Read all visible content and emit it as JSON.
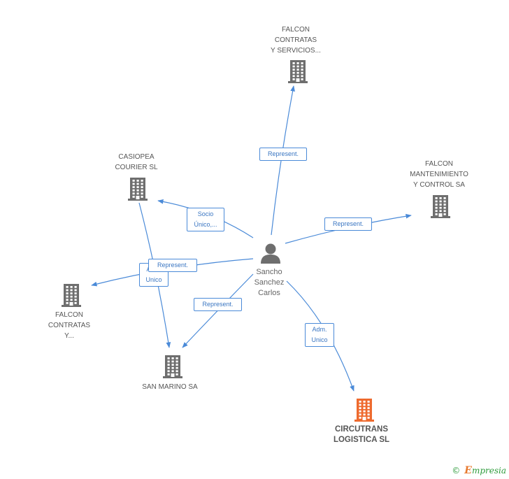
{
  "colors": {
    "edge": "#4a8ad8",
    "building": "#6e6e6e",
    "building_highlight": "#ee6a2e",
    "person": "#6e6e6e"
  },
  "person": {
    "icon": "person-icon",
    "lines": [
      "Sancho",
      "Sanchez",
      "Carlos"
    ]
  },
  "companies": [
    {
      "id": "falcon-servicios",
      "icon": "building-icon",
      "lines": [
        "FALCON",
        "CONTRATAS",
        "Y SERVICIOS..."
      ],
      "highlight": false
    },
    {
      "id": "casiopea",
      "icon": "building-icon",
      "lines": [
        "CASIOPEA",
        "COURIER  SL"
      ],
      "highlight": false
    },
    {
      "id": "falcon-mantenimiento",
      "icon": "building-icon",
      "lines": [
        "FALCON",
        "MANTENIMIENTO",
        "Y CONTROL SA"
      ],
      "highlight": false
    },
    {
      "id": "falcon-contratas",
      "icon": "building-icon",
      "lines": [
        "FALCON",
        "CONTRATAS",
        "Y..."
      ],
      "highlight": false
    },
    {
      "id": "san-marino",
      "icon": "building-icon",
      "lines": [
        "SAN MARINO SA"
      ],
      "highlight": false
    },
    {
      "id": "circutrans",
      "icon": "building-icon",
      "lines": [
        "CIRCUTRANS",
        "LOGISTICA SL"
      ],
      "highlight": true
    }
  ],
  "relations": [
    {
      "id": "rel-falcon-servicios",
      "lines": [
        "Represent."
      ]
    },
    {
      "id": "rel-casiopea",
      "lines": [
        "Socio",
        "Único,..."
      ]
    },
    {
      "id": "rel-falcon-mantenimiento",
      "lines": [
        "Represent."
      ]
    },
    {
      "id": "rel-falcon-contratas",
      "lines": [
        "Represent."
      ]
    },
    {
      "id": "rel-casiopea-sanmarino",
      "lines": [
        "Adm.",
        "Unico"
      ]
    },
    {
      "id": "rel-san-marino",
      "lines": [
        "Represent."
      ]
    },
    {
      "id": "rel-circutrans",
      "lines": [
        "Adm.",
        "Unico"
      ]
    }
  ],
  "brand": {
    "copyright": "©",
    "name_initial": "E",
    "name_rest": "mpresia"
  }
}
